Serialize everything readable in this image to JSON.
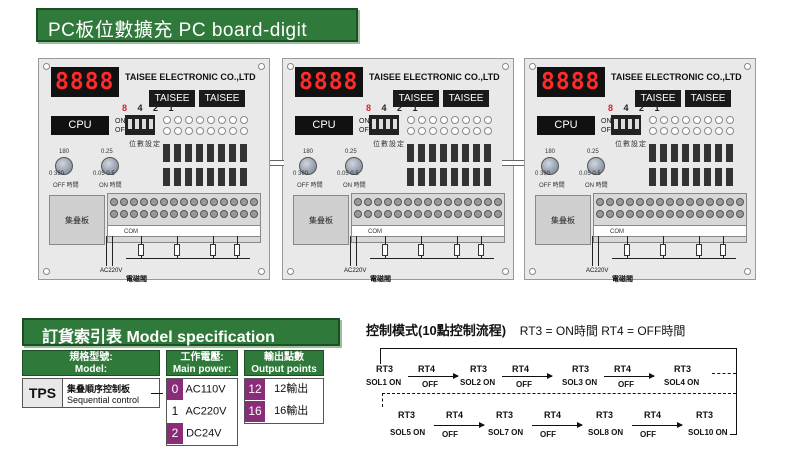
{
  "header": {
    "title": "PC板位數擴充 PC board-digit expansion"
  },
  "controllers": [
    {
      "display": "8888",
      "company": "TAISEE ELECTRONIC CO.,LTD",
      "badge1": "TAISEE",
      "badge2": "TAISEE",
      "cpu": "CPU",
      "on": "ON",
      "off": "OFF",
      "dip_prefix": "8",
      "dip_rest": "4 2 1",
      "digit_set": "位數設定",
      "knob1_top": "180",
      "knob1_scale": "0  360",
      "knob1_label": "OFF 時間",
      "knob2_top": "0.25",
      "knob2_scale": "0.05  0.5",
      "knob2_label": "ON 時間",
      "board_label": "集叠板",
      "com": "COM",
      "ac": "AC220V",
      "coil_label": "電磁閥"
    },
    {
      "display": "8888",
      "company": "TAISEE ELECTRONIC CO.,LTD",
      "badge1": "TAISEE",
      "badge2": "TAISEE",
      "cpu": "CPU",
      "on": "ON",
      "off": "OFF",
      "dip_prefix": "8",
      "dip_rest": "4 2 1",
      "digit_set": "位數設定",
      "knob1_top": "180",
      "knob1_scale": "0  360",
      "knob1_label": "OFF 時間",
      "knob2_top": "0.25",
      "knob2_scale": "0.05  0.5",
      "knob2_label": "ON 時間",
      "board_label": "集叠板",
      "com": "COM",
      "ac": "AC220V",
      "coil_label": "電磁閥"
    },
    {
      "display": "8888",
      "company": "TAISEE ELECTRONIC CO.,LTD",
      "badge1": "TAISEE",
      "badge2": "TAISEE",
      "cpu": "CPU",
      "on": "ON",
      "off": "OFF",
      "dip_prefix": "8",
      "dip_rest": "4 2 1",
      "digit_set": "位數設定",
      "knob1_top": "180",
      "knob1_scale": "0  360",
      "knob1_label": "OFF 時間",
      "knob2_top": "0.25",
      "knob2_scale": "0.05  0.5",
      "knob2_label": "ON 時間",
      "board_label": "集叠板",
      "com": "COM",
      "ac": "AC220V",
      "coil_label": "電磁閥"
    }
  ],
  "model_spec": {
    "title": "訂貨索引表 Model specification",
    "model_head": "規格型號:\nModel:",
    "model_code": "TPS",
    "model_desc_cn": "集叠順序控制板",
    "model_desc_en": "Sequential control",
    "power_head": "工作電壓:\nMain power:",
    "power_options": [
      {
        "code": "0",
        "value": "AC110V",
        "style": "purple"
      },
      {
        "code": "1",
        "value": "AC220V",
        "style": "white"
      },
      {
        "code": "2",
        "value": "DC24V",
        "style": "purple"
      }
    ],
    "output_head": "輸出點數\nOutput points",
    "output_options": [
      {
        "code": "12",
        "value": "12輸出"
      },
      {
        "code": "16",
        "value": "16輸出"
      }
    ]
  },
  "control_flow": {
    "title": "控制模式(10點控制流程)",
    "rt_note": "RT3 = ON時間 RT4 = OFF時間",
    "row1": {
      "rt3": "RT3",
      "rt4": "RT4",
      "off": "OFF",
      "on": "ON",
      "sols": [
        "SOL1",
        "SOL2",
        "SOL3",
        "SOL4"
      ]
    },
    "row2": {
      "rt3": "RT3",
      "rt4": "RT4",
      "off": "OFF",
      "on": "ON",
      "sols": [
        "SOL5",
        "SOL7",
        "SOL8",
        "SOL10"
      ]
    }
  }
}
